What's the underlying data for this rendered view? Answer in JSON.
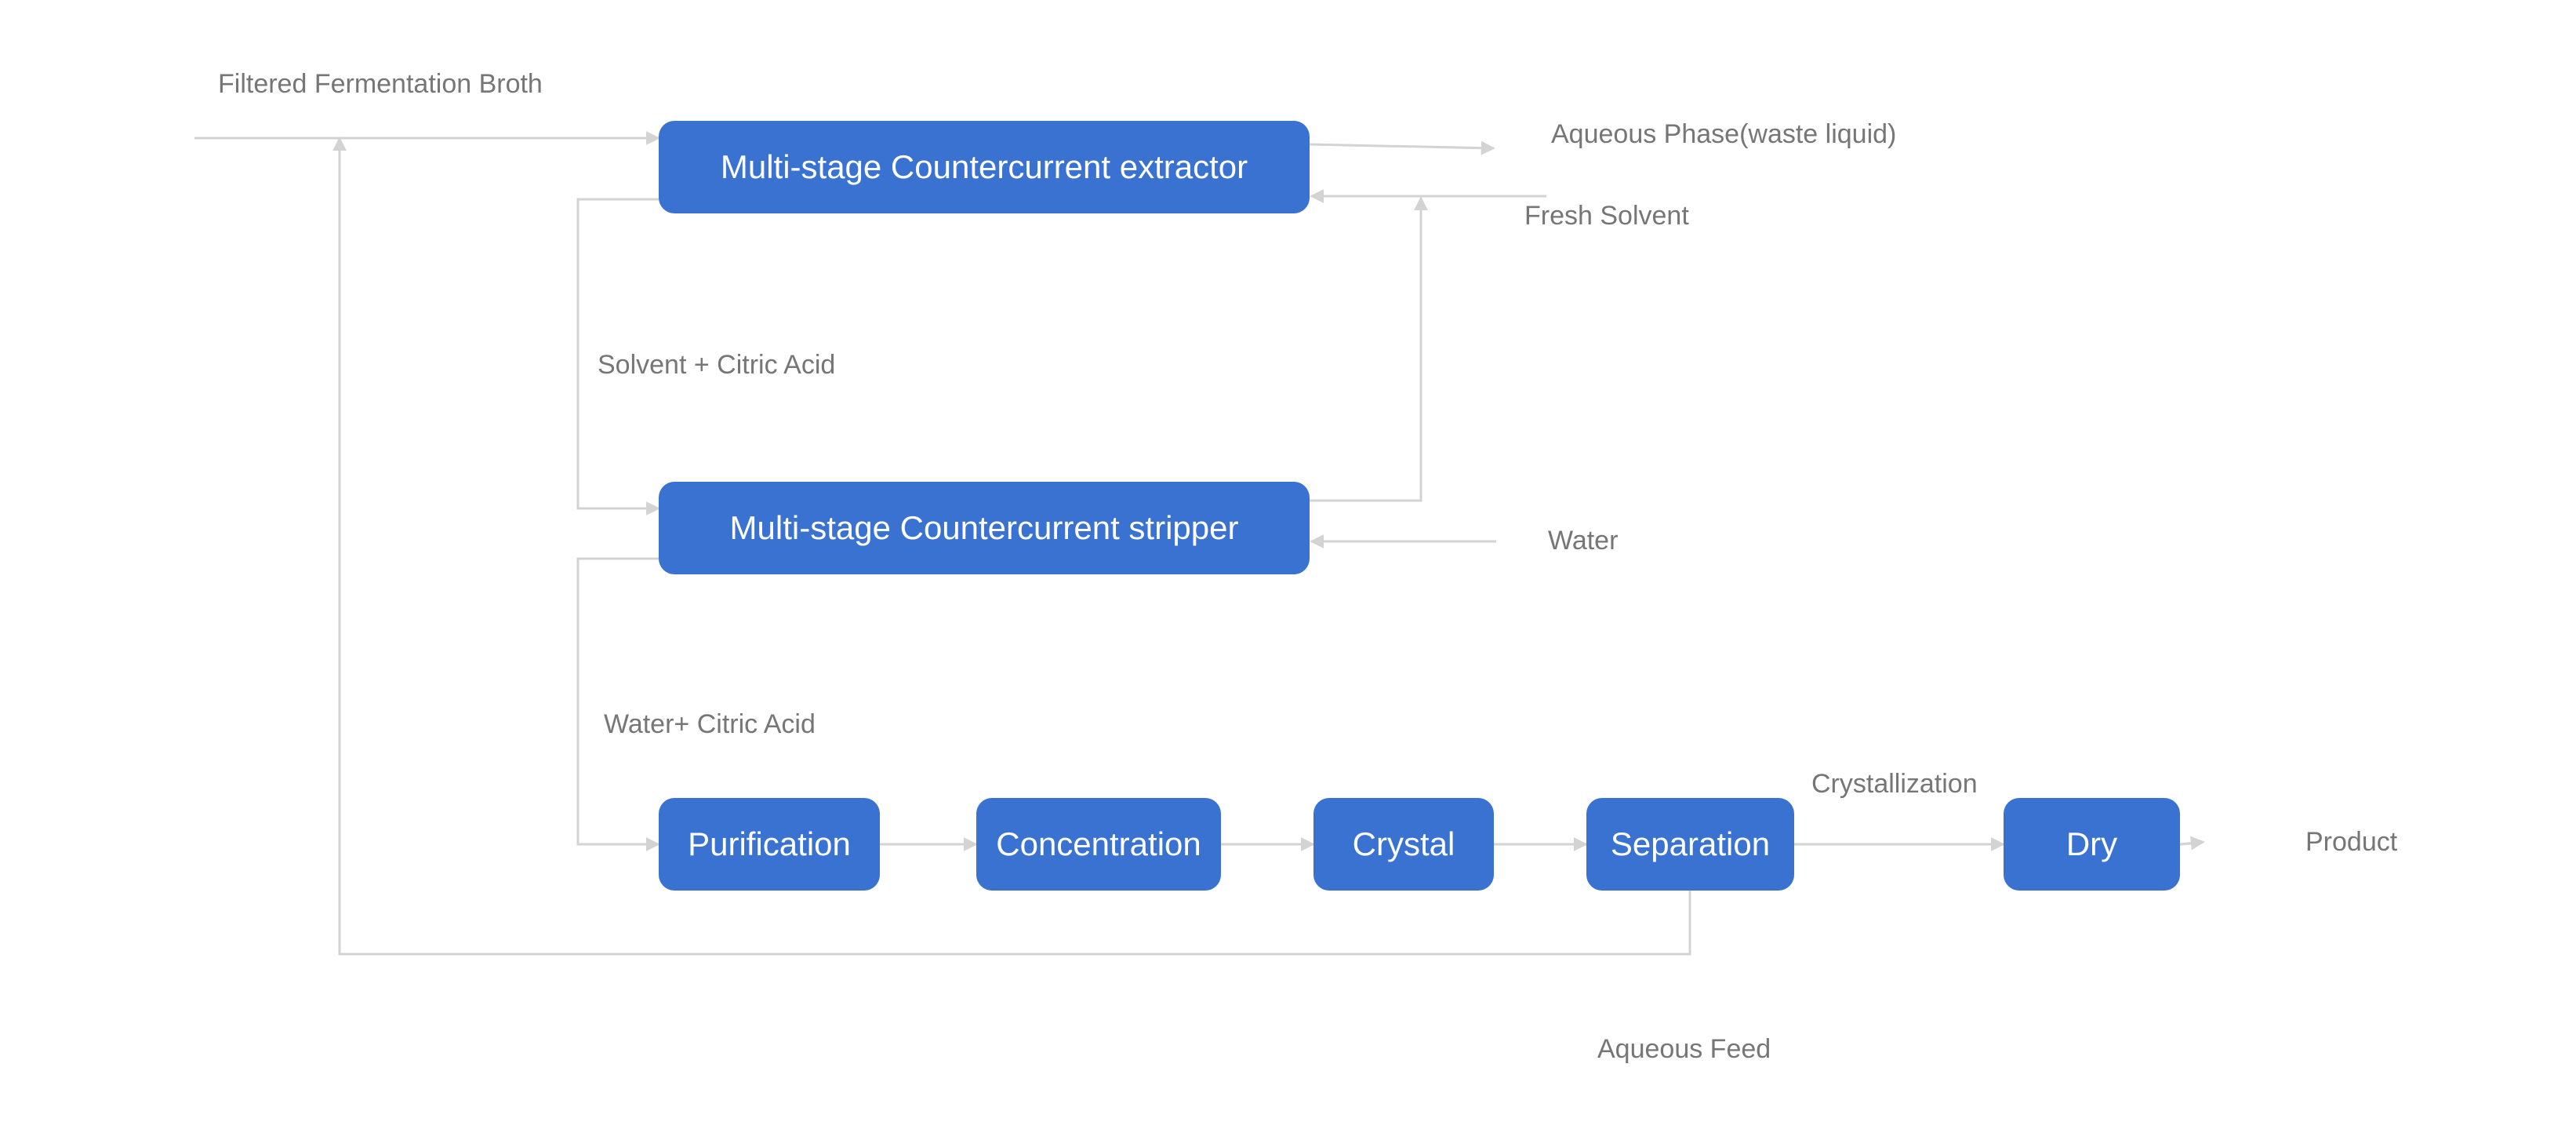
{
  "boxes": {
    "extractor": "Multi-stage Countercurrent extractor",
    "stripper": "Multi-stage Countercurrent stripper",
    "purification": "Purification",
    "concentration": "Concentration",
    "crystal": "Crystal",
    "separation": "Separation",
    "dry": "Dry"
  },
  "labels": {
    "feed": "Filtered Fermentation Broth",
    "aqueous_phase": "Aqueous Phase(waste liquid)",
    "fresh_solvent": "Fresh Solvent",
    "solvent_citric": "Solvent + Citric Acid",
    "water": "Water",
    "water_citric": "Water+ Citric Acid",
    "crystallization": "Crystallization",
    "product": "Product",
    "aqueous_feed": "Aqueous Feed"
  },
  "colors": {
    "box_fill": "#3a72d2",
    "box_text": "#ffffff",
    "connector": "#d3d3d3",
    "label_text": "#767676"
  }
}
